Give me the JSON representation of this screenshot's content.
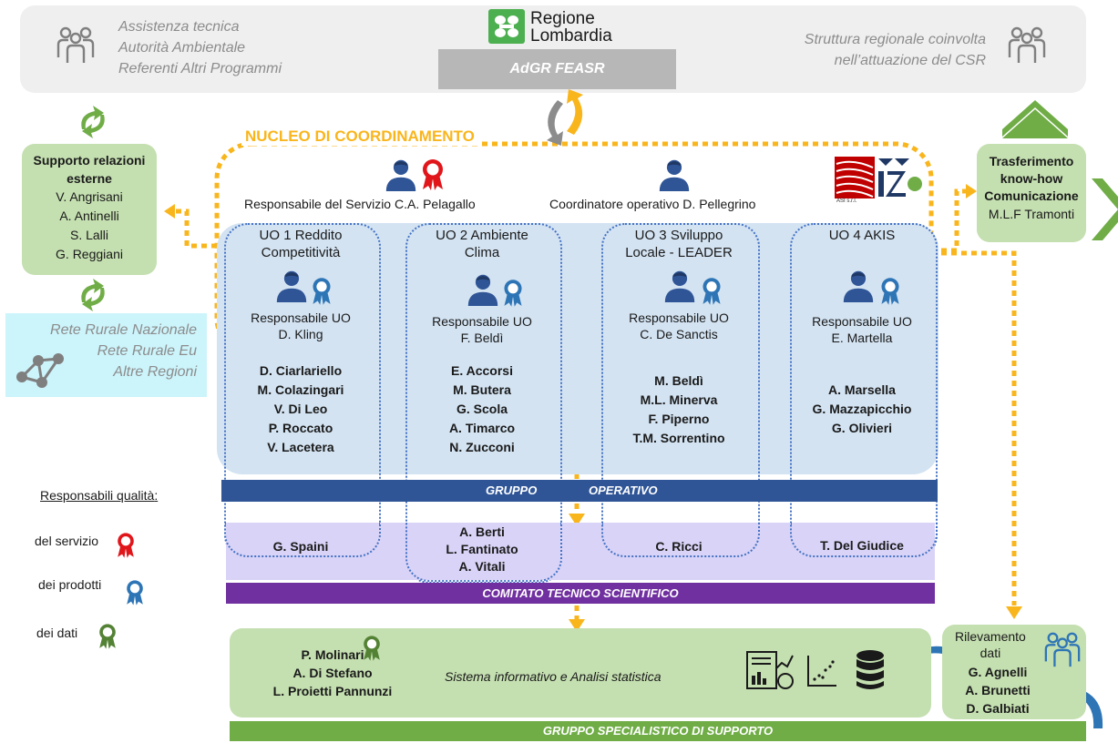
{
  "header": {
    "left_lines": [
      "Assistenza tecnica",
      "Autorità Ambientale",
      "Referenti Altri Programmi"
    ],
    "right_lines": [
      "Struttura regionale coinvolta",
      "nell’attuazione del CSR"
    ],
    "logo_line1": "Regione",
    "logo_line2": "Lombardia",
    "adgr": "AdGR FEASR"
  },
  "nucleo": {
    "title": "NUCLEO DI COORDINAMENTO",
    "responsabile_servizio": "Responsabile del Servizio C.A. Pelagallo",
    "coordinatore": "Coordinatore operativo D. Pellegrino",
    "asi_label": "ASI s.r.l."
  },
  "supporto": {
    "title_lines": [
      "Supporto relazioni",
      "esterne"
    ],
    "names": [
      "V. Angrisani",
      "A. Antinelli",
      "S. Lalli",
      "G. Reggiani"
    ]
  },
  "rete": {
    "lines": [
      "Rete Rurale Nazionale",
      "Rete Rurale Eu",
      "Altre Regioni"
    ]
  },
  "trasferimento": {
    "title_lines": [
      "Trasferimento",
      "know-how",
      "Comunicazione"
    ],
    "name": "M.L.F Tramonti"
  },
  "uos": [
    {
      "title_lines": [
        "UO 1 Reddito",
        "Competitività"
      ],
      "resp_label": "Responsabile UO",
      "resp_name": "D. Kling",
      "members": [
        "D. Ciarlariello",
        "M. Colazingari",
        "V. Di Leo",
        "P. Roccato",
        "V. Lacetera"
      ],
      "cts": [
        "G. Spaini"
      ]
    },
    {
      "title_lines": [
        "UO 2 Ambiente",
        "Clima"
      ],
      "resp_label": "Responsabile UO",
      "resp_name": "F. Beldì",
      "members": [
        "E. Accorsi",
        "M. Butera",
        "G. Scola",
        "A. Timarco",
        "N. Zucconi"
      ],
      "cts": [
        "A. Berti",
        "L. Fantinato",
        "A. Vitali"
      ]
    },
    {
      "title_lines": [
        "UO 3 Sviluppo",
        "Locale - LEADER"
      ],
      "resp_label": "Responsabile UO",
      "resp_name": "C. De Sanctis",
      "members": [
        "M. Beldì",
        "M.L. Minerva",
        "F. Piperno",
        "T.M. Sorrentino"
      ],
      "cts": [
        "C. Ricci"
      ]
    },
    {
      "title_lines": [
        "UO 4 AKIS"
      ],
      "resp_label": "Responsabile UO",
      "resp_name": "E. Martella",
      "members": [
        "A. Marsella",
        "G. Mazzapicchio",
        "G. Olivieri"
      ],
      "cts": [
        "T. Del Giudice"
      ]
    }
  ],
  "bands": {
    "gruppo_left": "GRUPPO",
    "gruppo_right": "OPERATIVO",
    "cts": "COMITATO TECNICO SCIENTIFICO",
    "gss": "GRUPPO SPECIALISTICO DI SUPPORTO"
  },
  "quality": {
    "title": "Responsabili qualità",
    "servizio": "del servizio",
    "prodotti": "dei prodotti",
    "dati": "dei dati"
  },
  "sistema": {
    "names": [
      "P. Molinari",
      "A. Di Stefano",
      "L. Proietti Pannunzi"
    ],
    "label": "Sistema informativo e Analisi statistica"
  },
  "rilevamento": {
    "title_lines": [
      "Rilevamento",
      "dati"
    ],
    "names": [
      "G. Agnelli",
      "A. Brunetti",
      "D. Galbiati"
    ]
  },
  "colors": {
    "orange": "#f9b51c",
    "green": "#70ad47",
    "navy": "#2f5597",
    "purple": "#7030a0",
    "red_ribbon": "#e0161b",
    "blue_ribbon": "#2e75b6",
    "green_ribbon": "#548235"
  }
}
